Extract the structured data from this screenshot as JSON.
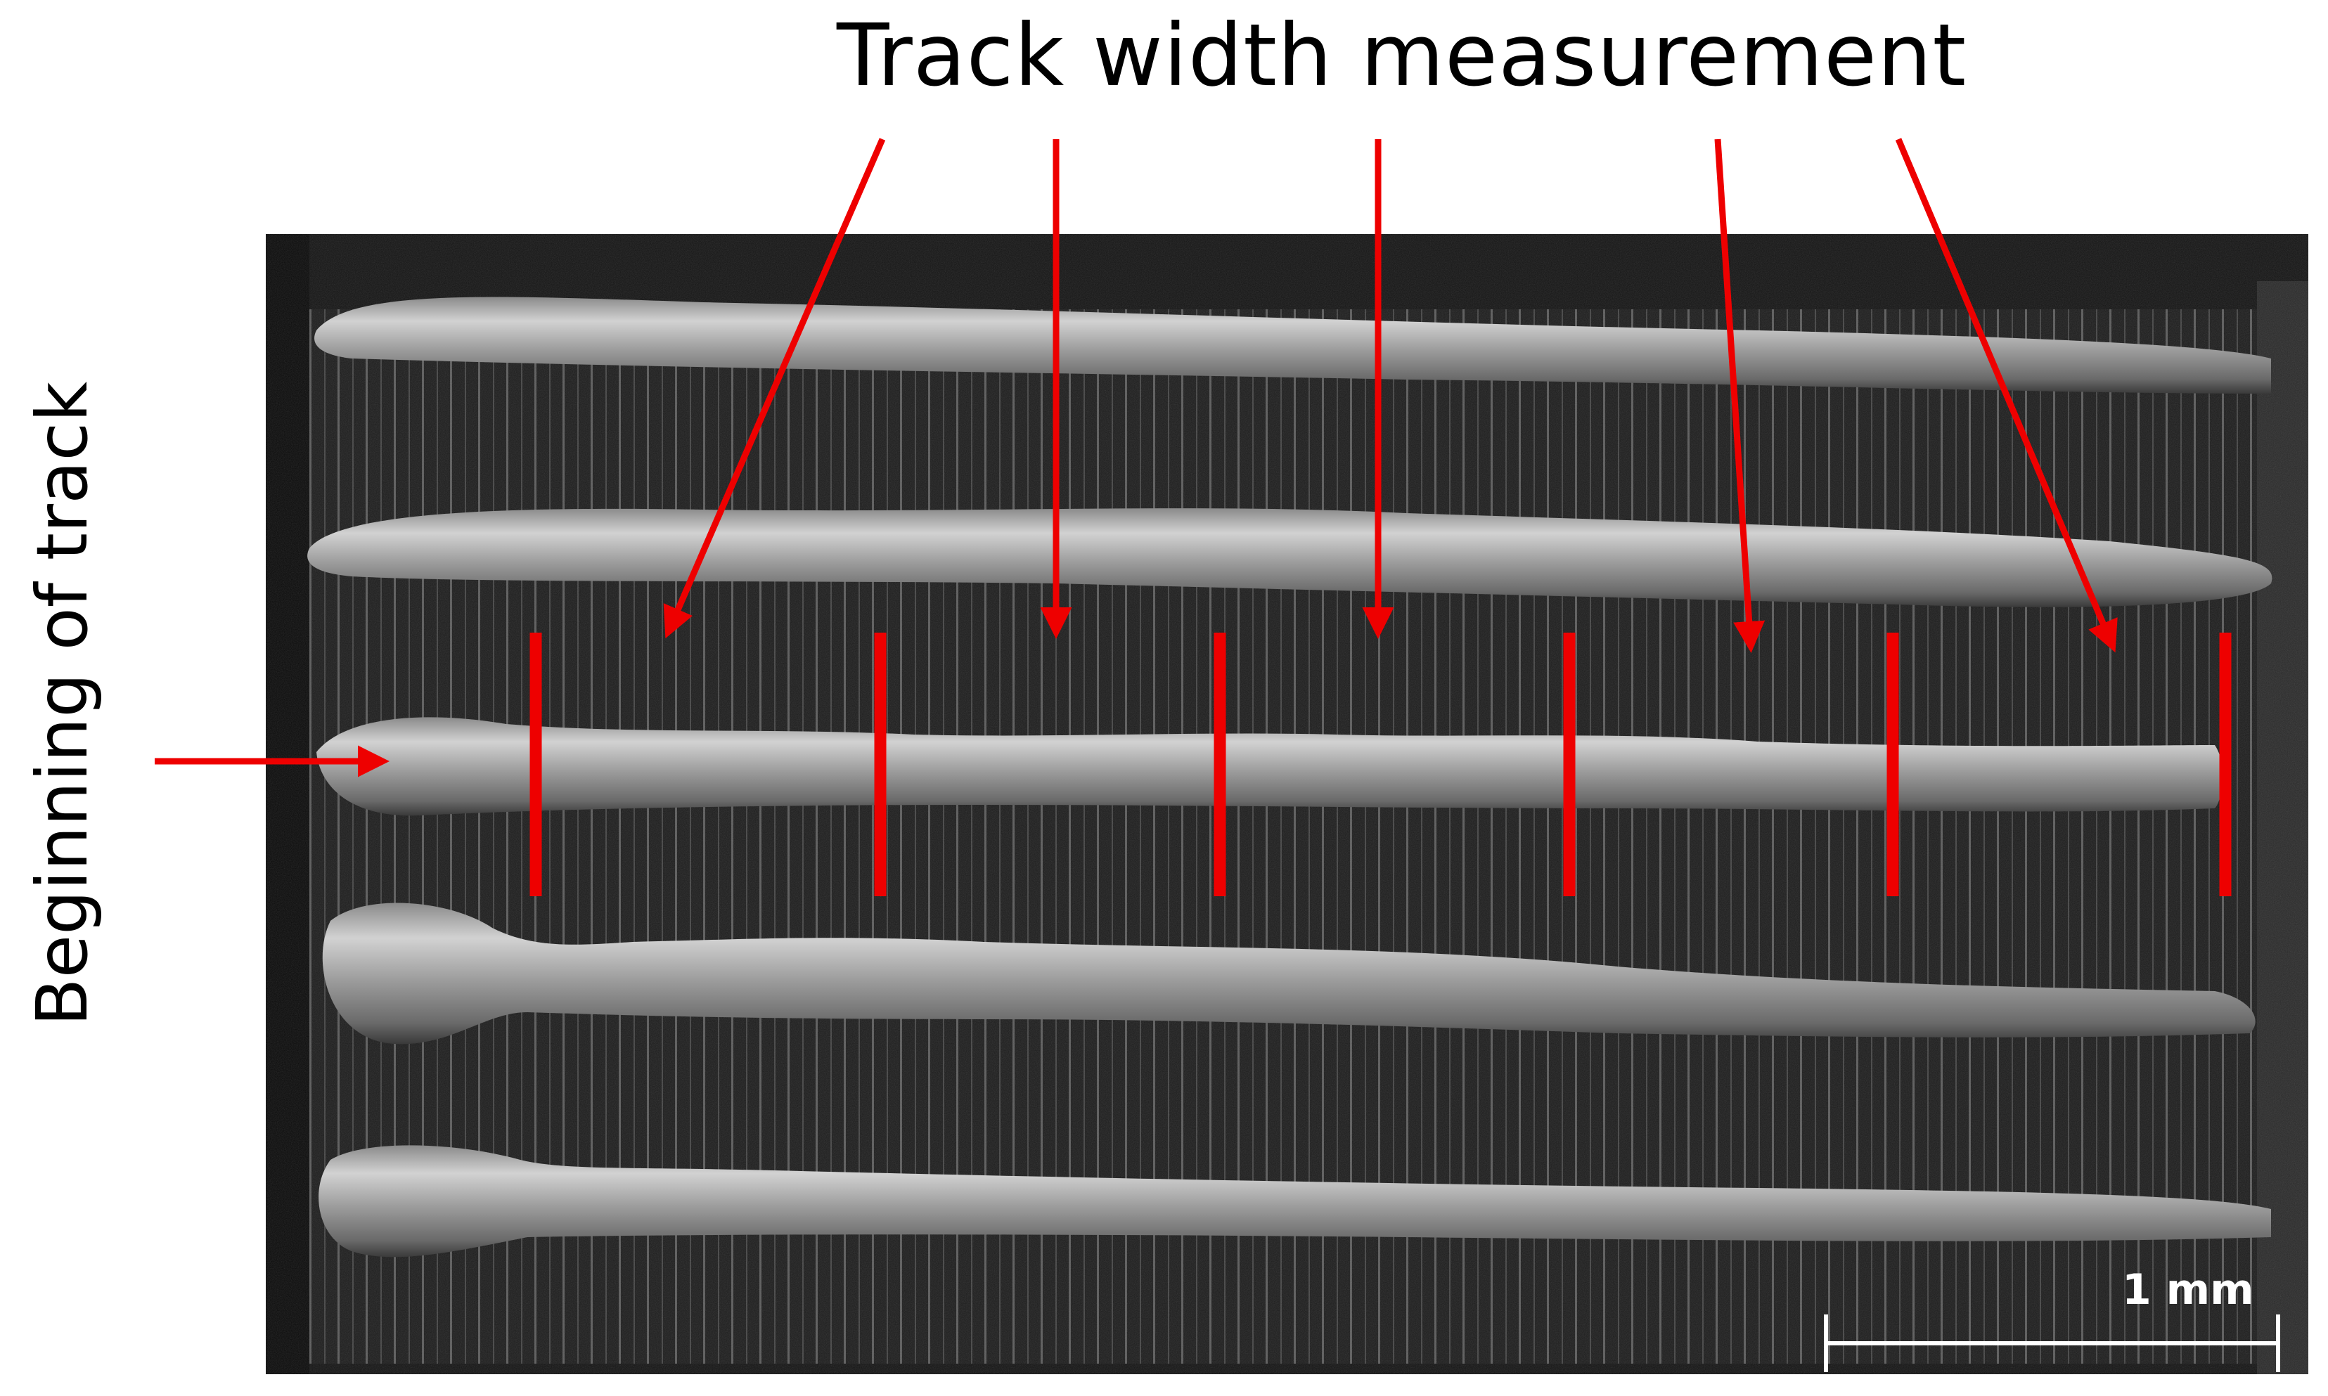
{
  "annotations": {
    "title": "Track width measurement",
    "side_label": "Beginning of track",
    "scale_bar_label": "1 mm"
  },
  "colors": {
    "annotation_red": "#ee0000",
    "background": "#ffffff",
    "micrograph_dark": "#1b1b1b",
    "track_light": "#bdbdbd",
    "scale_bar": "#ffffff"
  },
  "icons": {
    "pointer_arrows": "red-arrow-icon",
    "measurement_marks": "red-line-marker"
  }
}
